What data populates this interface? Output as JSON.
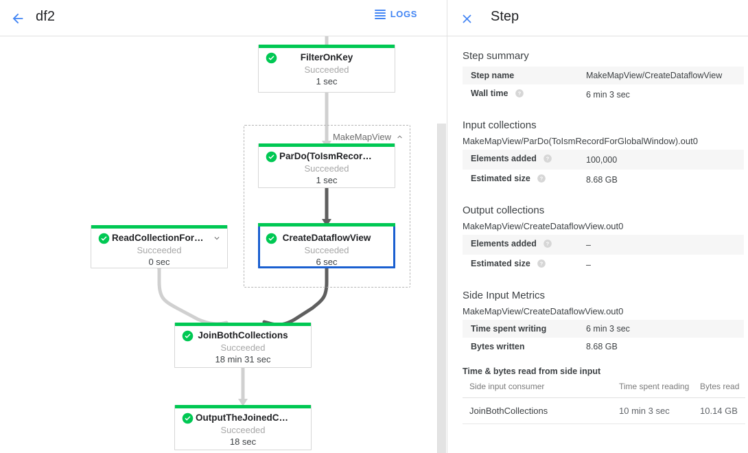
{
  "left": {
    "back_icon": "arrow-left-icon",
    "job_title": "df2",
    "logs_label": "LOGS",
    "logs_icon": "logs-list-icon"
  },
  "graph": {
    "group": {
      "label": "MakeMapView",
      "chevron_icon": "chevron-up-icon"
    },
    "nodes": [
      {
        "id": "filter-on-key",
        "title": "FilterOnKey",
        "status": "Succeeded",
        "time": "1 sec",
        "status_color": "#00c853",
        "selected": false,
        "chevron": null
      },
      {
        "id": "pardo-toismrecordfor",
        "title": "ParDo(ToIsmRecordFor…",
        "status": "Succeeded",
        "time": "1 sec",
        "status_color": "#00c853",
        "selected": false,
        "chevron": null
      },
      {
        "id": "create-dataflow-view",
        "title": "CreateDataflowView",
        "status": "Succeeded",
        "time": "6 sec",
        "status_color": "#00c853",
        "selected": true,
        "chevron": null
      },
      {
        "id": "read-collection-for-join",
        "title": "ReadCollectionForJoin",
        "status": "Succeeded",
        "time": "0 sec",
        "status_color": "#00c853",
        "selected": false,
        "chevron": "chevron-down-icon"
      },
      {
        "id": "join-both-collections",
        "title": "JoinBothCollections",
        "status": "Succeeded",
        "time": "18 min 31 sec",
        "status_color": "#00c853",
        "selected": false,
        "chevron": null
      },
      {
        "id": "output-the-joined-collec",
        "title": "OutputTheJoinedCollec…",
        "status": "Succeeded",
        "time": "18 sec",
        "status_color": "#00c853",
        "selected": false,
        "chevron": null
      }
    ]
  },
  "right": {
    "close_icon": "close-icon",
    "title": "Step",
    "step_summary": {
      "heading": "Step summary",
      "rows": [
        {
          "key": "Step name",
          "value": "MakeMapView/CreateDataflowView",
          "help": false
        },
        {
          "key": "Wall time",
          "value": "6 min 3 sec",
          "help": true
        }
      ]
    },
    "input_collections": {
      "heading": "Input collections",
      "collection": "MakeMapView/ParDo(ToIsmRecordForGlobalWindow).out0",
      "rows": [
        {
          "key": "Elements added",
          "value": "100,000",
          "help": true
        },
        {
          "key": "Estimated size",
          "value": "8.68 GB",
          "help": true
        }
      ]
    },
    "output_collections": {
      "heading": "Output collections",
      "collection": "MakeMapView/CreateDataflowView.out0",
      "rows": [
        {
          "key": "Elements added",
          "value": "–",
          "help": true
        },
        {
          "key": "Estimated size",
          "value": "–",
          "help": true
        }
      ]
    },
    "side_input_metrics": {
      "heading": "Side Input Metrics",
      "collection": "MakeMapView/CreateDataflowView.out0",
      "rows": [
        {
          "key": "Time spent writing",
          "value": "6 min 3 sec",
          "help": false
        },
        {
          "key": "Bytes written",
          "value": "8.68 GB",
          "help": false
        }
      ],
      "table_heading": "Time & bytes read from side input",
      "columns": [
        "Side input consumer",
        "Time spent reading",
        "Bytes read"
      ],
      "rows_data": [
        [
          "JoinBothCollections",
          "10 min 3 sec",
          "10.14 GB"
        ]
      ]
    }
  },
  "colors": {
    "accent_blue": "#4285f4",
    "selected_border": "#1a5fd0",
    "success_green": "#00c853",
    "edge_light": "#d0d0d0",
    "edge_dark": "#5f5f5f"
  }
}
